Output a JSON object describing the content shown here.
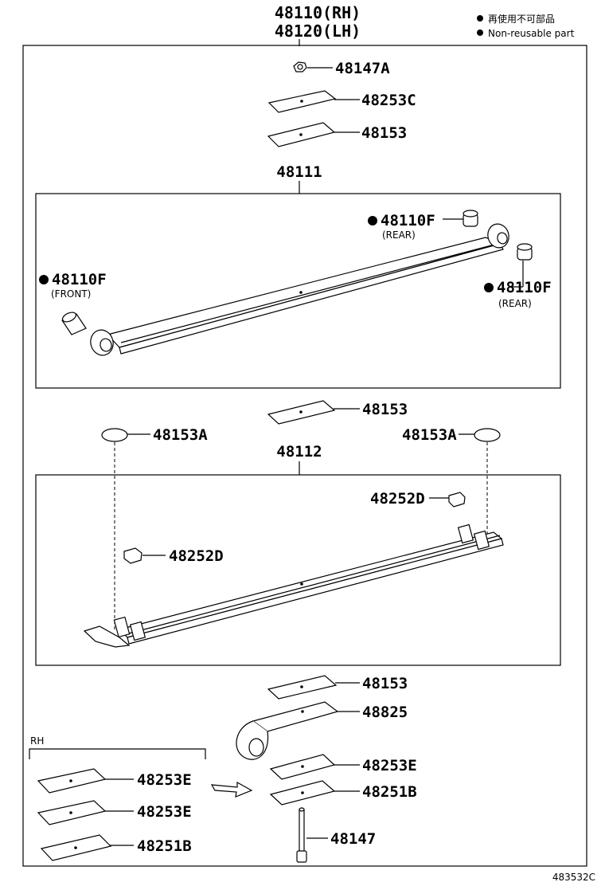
{
  "header": {
    "assembly_rh": "48110(RH)",
    "assembly_lh": "48120(LH)"
  },
  "legend": {
    "line1": "再使用不可部品",
    "line2": "Non-reusable part"
  },
  "parts": {
    "p48147A": "48147A",
    "p48253C": "48253C",
    "p48153_top": "48153",
    "p48111": "48111",
    "p48110F_rear1": "48110F",
    "rear1_note": "(REAR)",
    "p48110F_front": "48110F",
    "front_note": "(FRONT)",
    "p48110F_rear2": "48110F",
    "rear2_note": "(REAR)",
    "p48153_mid": "48153",
    "p48153A_left": "48153A",
    "p48153A_right": "48153A",
    "p48112": "48112",
    "p48252D_right": "48252D",
    "p48252D_left": "48252D",
    "p48153_low": "48153",
    "p48825": "48825",
    "p48253E_main": "48253E",
    "p48251B_main": "48251B",
    "p48147": "48147",
    "rh_label": "RH",
    "p48253E_rh1": "48253E",
    "p48253E_rh2": "48253E",
    "p48251B_rh": "48251B"
  },
  "footer": {
    "diagram_id": "483532C"
  }
}
